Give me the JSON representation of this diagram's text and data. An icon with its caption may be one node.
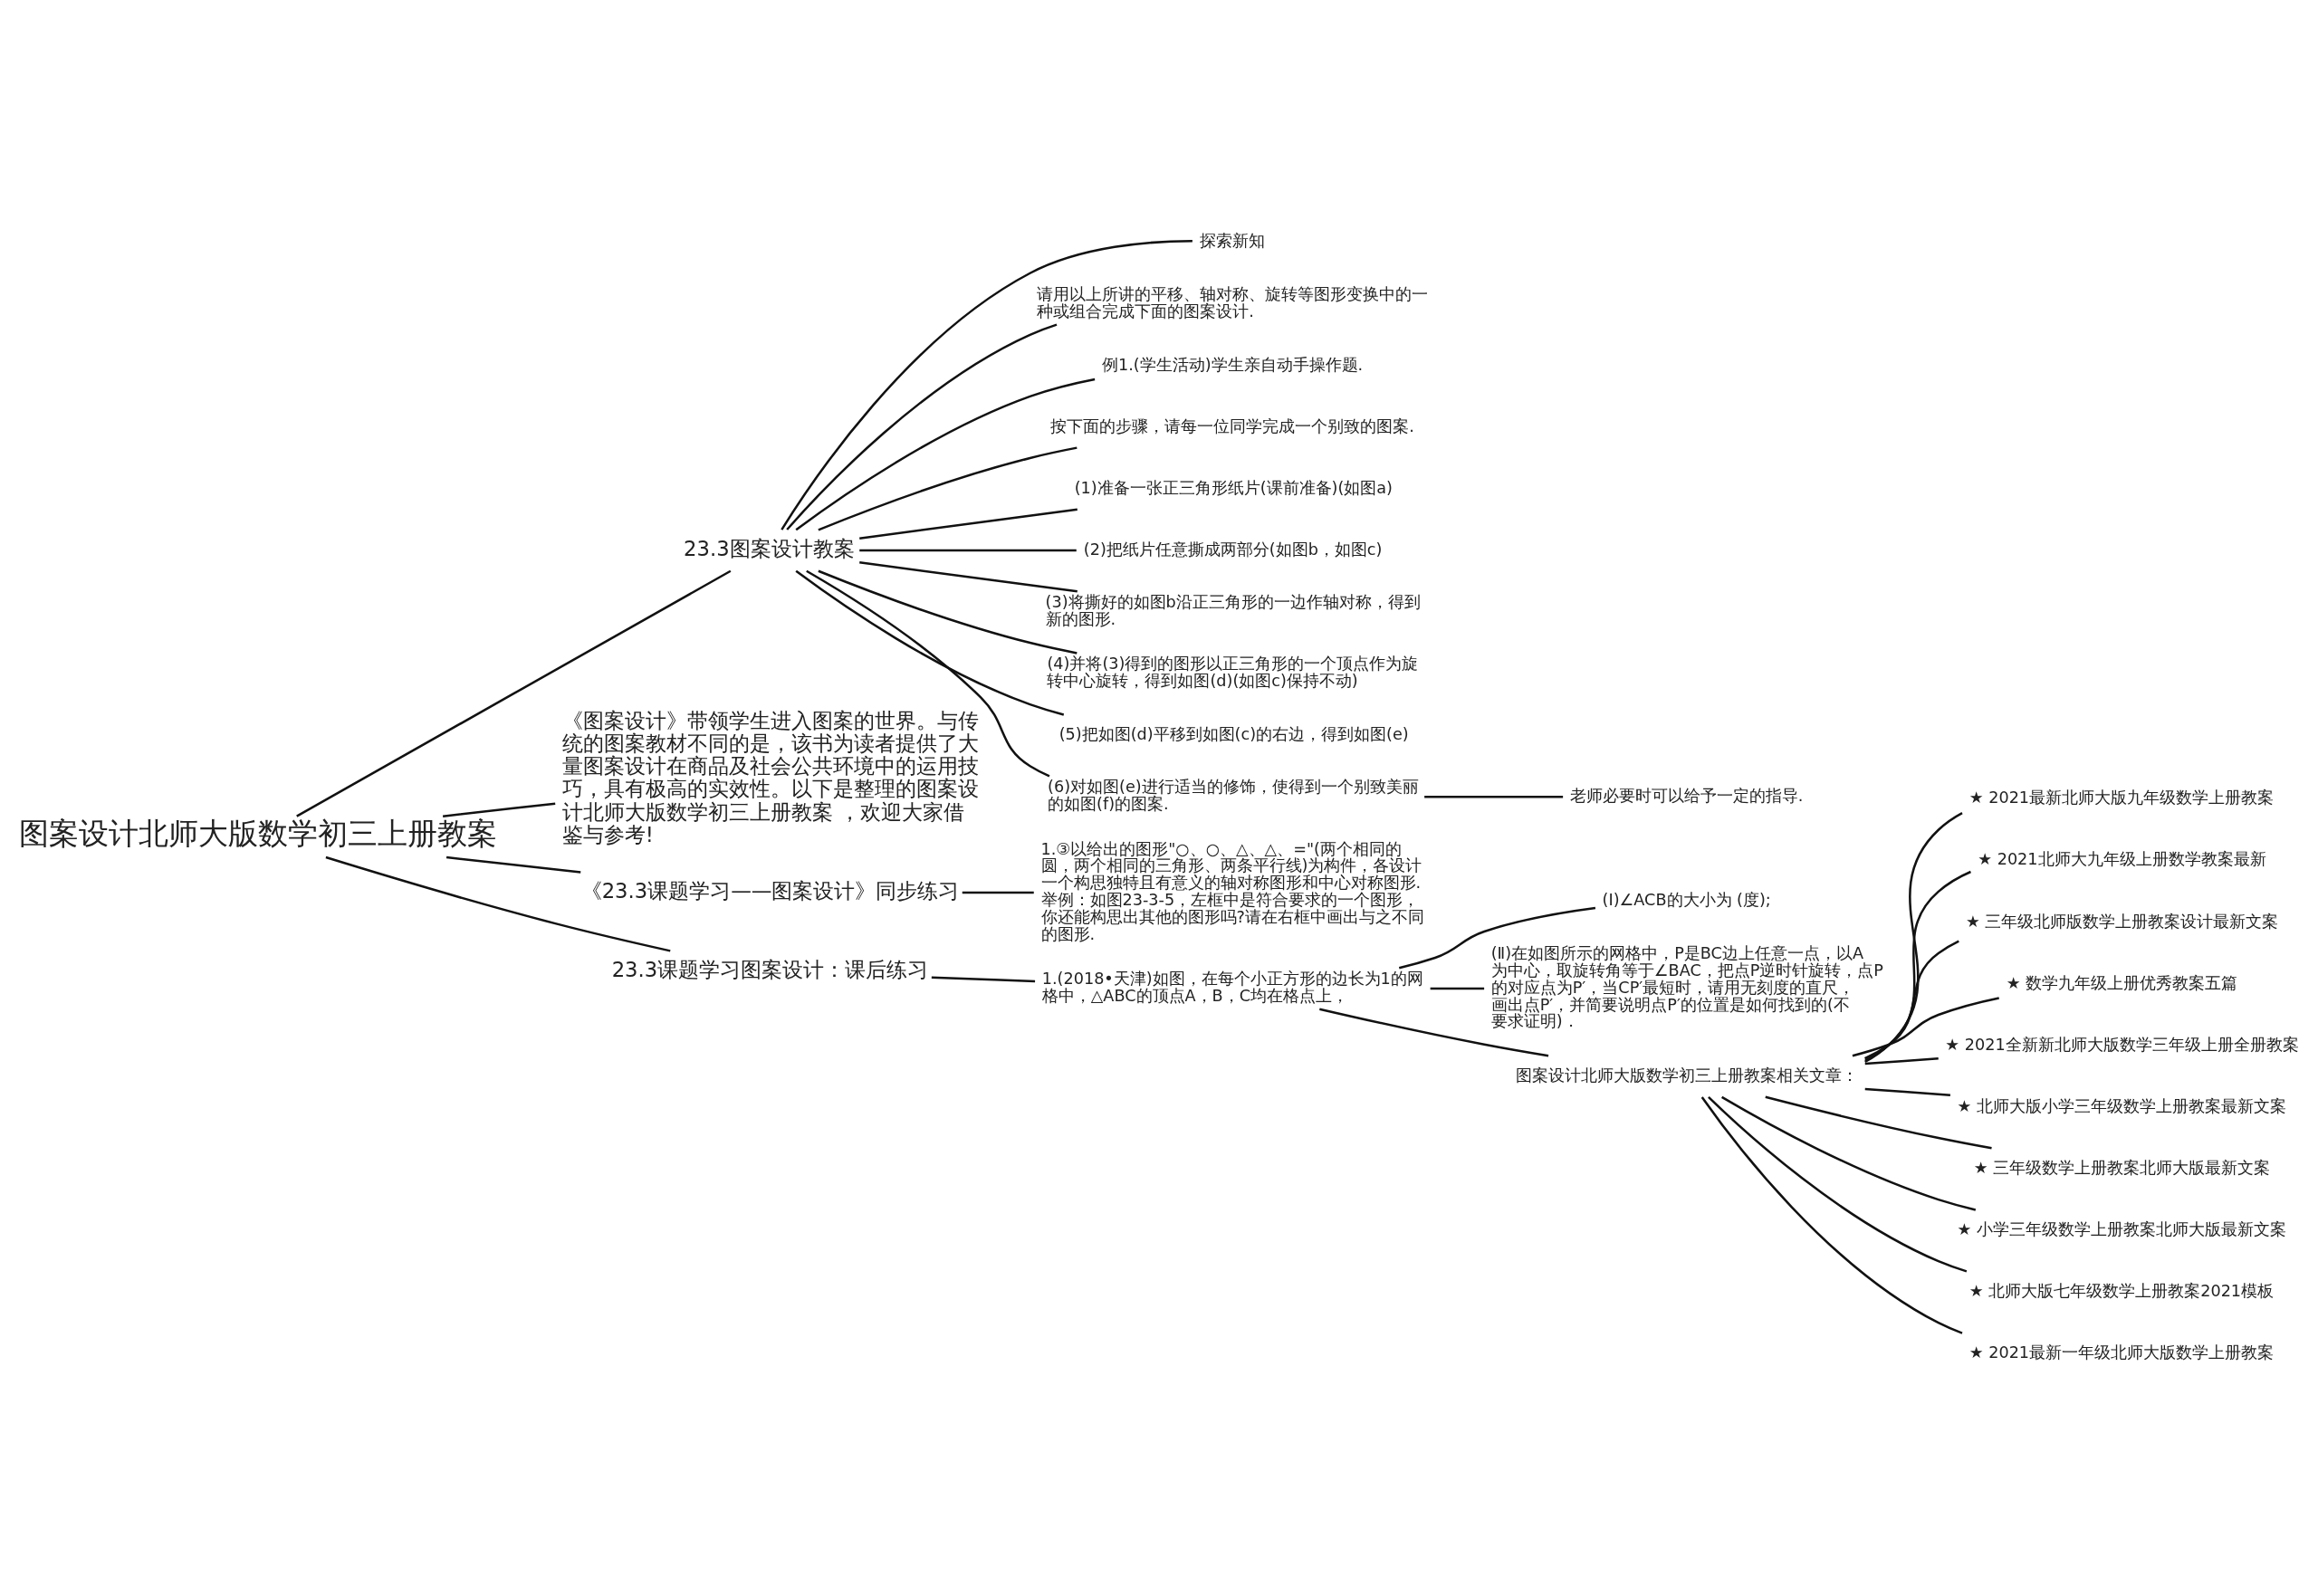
{
  "diagram": {
    "nodes": [
      {
        "text": [
          "图案设计北师大版数学初三上册教案"
        ]
      },
      {
        "text": [
          "23.3图案设计教案"
        ]
      },
      {
        "text": [
          "探索新知"
        ]
      },
      {
        "text": [
          "请用以上所讲的平移、轴对称、旋转等图形变换中的一种或组合完成下面的图案设计."
        ]
      },
      {
        "text": [
          "例1.(学生活动)学生亲自动手操作题."
        ]
      },
      {
        "text": [
          "按下面的步骤，请每一位同学完成一个别致的图案."
        ]
      },
      {
        "text": [
          "(1)准备一张正三角形纸片(课前准备)(如图a)"
        ]
      },
      {
        "text": [
          "(2)把纸片任意撕成两部分(如图b，如图c)"
        ]
      },
      {
        "text": [
          "(3)将撕好的如图b沿正三角形的一边作轴对称，得到新的图形."
        ]
      },
      {
        "text": [
          "(4)并将(3)得到的图形以正三角形的一个顶点作为旋转中心旋转，得到如图(d)(如图c)保持不动)"
        ]
      },
      {
        "text": [
          "(5)把如图(d)平移到如图(c)的右边，得到如图(e)"
        ]
      },
      {
        "text": [
          "(6)对如图(e)进行适当的修饰，使得到一个别致美丽的如图(f)的图案."
        ]
      },
      {
        "text": [
          "老师必要时可以给予一定的指导."
        ]
      },
      {
        "text": [
          "《图案设计》带领学生进入图案的世界。与传统的图案教材不同的是，该书为读者提供了大量图案设计在商品及社会公共环境中的运用技巧，具有极高的实效性。以下是整理的图案设计北师大版数学初三上册教案 ，欢迎大家借鉴与参考!"
        ]
      },
      {
        "text": [
          "《23.3课题学习——图案设计》同步练习"
        ]
      },
      {
        "text": [
          "1.③以给出的图形\"○、○、△、△、=\"(两个相同的圆，两个相同的三角形、两条平行线)为构件，各设计一个构思独特且有意义的轴对称图形和中心对称图形.举例：如图23-3-5，左框中是符合要求的一个图形，你还能构思出其他的图形吗?请在右框中画出与之不同的图形."
        ]
      },
      {
        "text": [
          "23.3课题学习图案设计：课后练习"
        ]
      },
      {
        "text": [
          "1.(2018•天津)如图，在每个小正方形的边长为1的网格中，△ABC的顶点A，B，C均在格点上，"
        ]
      },
      {
        "text": [
          "(I)∠ACB的大小为 (度);"
        ]
      },
      {
        "text": [
          "(Ⅱ)在如图所示的网格中，P是BC边上任意一点，以A为中心，取旋转角等于∠BAC，把点P逆时针旋转，点P的对应点为P′，当CP′最短时，请用无刻度的直尺，画出点P′，并简要说明点P′的位置是如何找到的(不要求证明)．"
        ]
      },
      {
        "text": [
          "图案设计北师大版数学初三上册教案相关文章："
        ]
      },
      {
        "text": [
          "★ 2021最新北师大版九年级数学上册教案"
        ]
      },
      {
        "text": [
          "★ 2021北师大九年级上册数学教案最新"
        ]
      },
      {
        "text": [
          "★ 三年级北师版数学上册教案设计最新文案"
        ]
      },
      {
        "text": [
          "★ 数学九年级上册优秀教案五篇"
        ]
      },
      {
        "text": [
          "★ 2021全新新北师大版数学三年级上册全册教案"
        ]
      },
      {
        "text": [
          "★ 北师大版小学三年级数学上册教案最新文案"
        ]
      },
      {
        "text": [
          "★ 三年级数学上册教案北师大版最新文案"
        ]
      },
      {
        "text": [
          "★ 小学三年级数学上册教案北师大版最新文案"
        ]
      },
      {
        "text": [
          "★ 北师大版七年级数学上册教案2021模板"
        ]
      },
      {
        "text": [
          "★ 2021最新一年级北师大版数学上册教案"
        ]
      }
    ],
    "edges": [
      {
        "from": 0,
        "to": 1,
        "arrow": "none"
      },
      {
        "from": 1,
        "to": 2,
        "arrow": "none"
      },
      {
        "from": 1,
        "to": 3,
        "arrow": "none"
      },
      {
        "from": 1,
        "to": 4,
        "arrow": "none"
      },
      {
        "from": 1,
        "to": 5,
        "arrow": "none"
      },
      {
        "from": 1,
        "to": 6,
        "arrow": "none"
      },
      {
        "from": 1,
        "to": 7,
        "arrow": "none"
      },
      {
        "from": 1,
        "to": 8,
        "arrow": "none"
      },
      {
        "from": 1,
        "to": 9,
        "arrow": "none"
      },
      {
        "from": 1,
        "to": 10,
        "arrow": "none"
      },
      {
        "from": 1,
        "to": 11,
        "arrow": "none"
      },
      {
        "from": 11,
        "to": 12,
        "arrow": "none"
      },
      {
        "from": 0,
        "to": 13,
        "arrow": "none"
      },
      {
        "from": 0,
        "to": 14,
        "arrow": "none"
      },
      {
        "from": 14,
        "to": 15,
        "arrow": "none"
      },
      {
        "from": 0,
        "to": 16,
        "arrow": "none"
      },
      {
        "from": 16,
        "to": 17,
        "arrow": "none"
      },
      {
        "from": 17,
        "to": 18,
        "arrow": "none"
      },
      {
        "from": 17,
        "to": 19,
        "arrow": "none"
      },
      {
        "from": 17,
        "to": 20,
        "arrow": "none"
      },
      {
        "from": 20,
        "to": 21,
        "arrow": "none"
      },
      {
        "from": 20,
        "to": 22,
        "arrow": "none"
      },
      {
        "from": 20,
        "to": 23,
        "arrow": "none"
      },
      {
        "from": 20,
        "to": 24,
        "arrow": "none"
      },
      {
        "from": 20,
        "to": 25,
        "arrow": "none"
      },
      {
        "from": 20,
        "to": 26,
        "arrow": "none"
      },
      {
        "from": 20,
        "to": 27,
        "arrow": "none"
      },
      {
        "from": 20,
        "to": 28,
        "arrow": "none"
      },
      {
        "from": 20,
        "to": 29,
        "arrow": "none"
      },
      {
        "from": 20,
        "to": 30,
        "arrow": "none"
      }
    ]
  }
}
